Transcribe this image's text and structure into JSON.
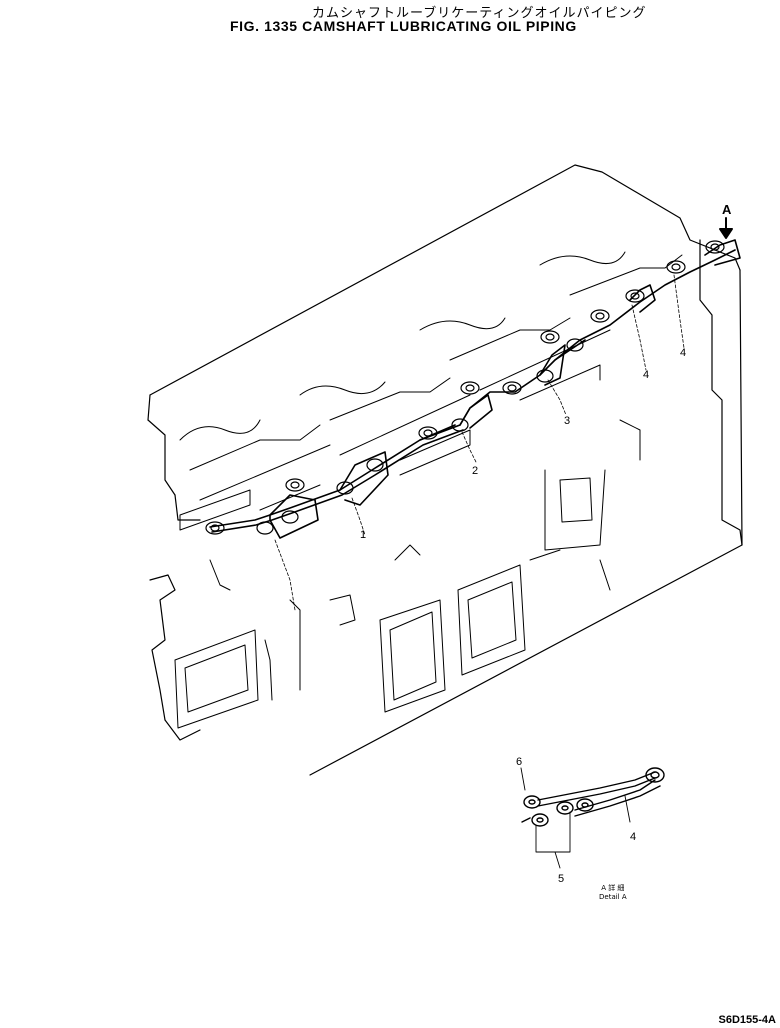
{
  "title": {
    "japanese": "カムシャフトルーブリケーティングオイルパイピング",
    "english": "FIG. 1335  CAMSHAFT LUBRICATING OIL PIPING"
  },
  "view_marker": "A",
  "callouts": {
    "c1": "1",
    "c2": "2",
    "c3": "3",
    "c4a": "4",
    "c4b": "4",
    "c4c": "4",
    "c5": "5",
    "c6": "6"
  },
  "detail_label": {
    "japanese": "A 詳 細",
    "english": "Detail  A"
  },
  "drawing_code": "S6D155-4A"
}
